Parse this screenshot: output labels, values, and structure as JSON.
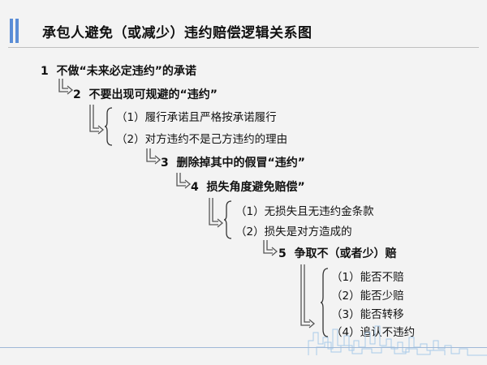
{
  "title": "承包人避免（或减少）违约赔偿逻辑关系图",
  "steps": [
    {
      "num": "1",
      "text": "不做“未来必定违约”的承诺"
    },
    {
      "num": "2",
      "text": "不要出现可规避的“违约”"
    },
    {
      "num": "3",
      "text": "删除掉其中的假冒“违约”"
    },
    {
      "num": "4",
      "text": "损失角度避免赔偿”"
    },
    {
      "num": "5",
      "text": "争取不（或者少）赔"
    }
  ],
  "group2": [
    "（1）履行承诺且严格按承诺履行",
    "（2）对方违约不是己方违约的理由"
  ],
  "group4": [
    "（1）无损失且无违约金条款",
    "（2）损失是对方造成的"
  ],
  "group5": [
    "（1）能否不赔",
    "（2）能否少赔",
    "（3）能否转移",
    "（4）追认不违约"
  ],
  "colors": {
    "accent": "#5b8dd6",
    "background": "#f3f3f3",
    "skyline": "#9fc4e8"
  }
}
